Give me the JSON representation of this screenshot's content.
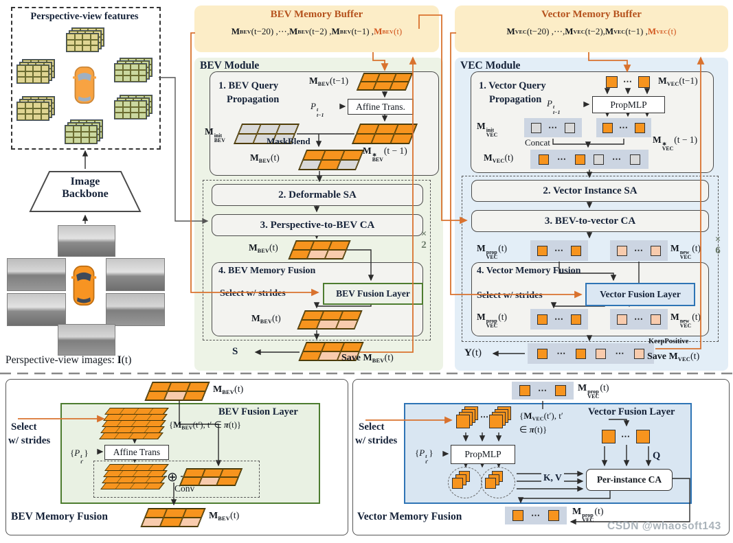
{
  "colors": {
    "accent_orange": "#d9722e",
    "buffer_bg": "#fcedc7",
    "buffer_title": "#b5521d",
    "bev_module_bg": "#edf3e6",
    "vec_module_bg": "#e3eef7",
    "bev_border_green": "#4d7c2f",
    "vec_border_blue": "#2e74b5",
    "cell_orange": "#f7941e",
    "cell_pink": "#f8cbad",
    "cell_gray": "#d9d9d9",
    "row_bg": "#ccd5e2"
  },
  "glyphs": {
    "ellipsis": "⋯",
    "oplus": "⊕"
  },
  "left_panel": {
    "features_title": "Perspective-view features",
    "backbone_l1": "Image",
    "backbone_l2": "Backbone",
    "caption": [
      {
        "t": "Perspective-view images: "
      },
      {
        "t": "I",
        "s": "b"
      },
      {
        "t": "(t)"
      }
    ]
  },
  "buffers": {
    "bev": {
      "title": "BEV Memory Buffer",
      "row": [
        {
          "t": "M",
          "s": "b"
        },
        {
          "t": "BEV",
          "s": "sub"
        },
        {
          "t": "(t−20) , "
        },
        {
          "t": "⋯"
        },
        {
          "t": " , "
        },
        {
          "t": "M",
          "s": "b"
        },
        {
          "t": "BEV",
          "s": "sub"
        },
        {
          "t": "(t−2) , "
        },
        {
          "t": "M",
          "s": "b"
        },
        {
          "t": "BEV",
          "s": "sub"
        },
        {
          "t": "(t−1) , "
        },
        {
          "t": "M",
          "s": "b",
          "c": 1
        },
        {
          "t": "BEV",
          "s": "sub",
          "c": 1
        },
        {
          "t": "(t)",
          "c": 1
        }
      ]
    },
    "vec": {
      "title": "Vector Memory Buffer",
      "row": [
        {
          "t": "M",
          "s": "b"
        },
        {
          "t": "VEC",
          "s": "sub"
        },
        {
          "t": "(t−20) ,  "
        },
        {
          "t": "⋯"
        },
        {
          "t": "  , "
        },
        {
          "t": "M",
          "s": "b"
        },
        {
          "t": "VEC",
          "s": "sub"
        },
        {
          "t": "(t−2), "
        },
        {
          "t": "M",
          "s": "b"
        },
        {
          "t": "VEC",
          "s": "sub"
        },
        {
          "t": "(t−1) , "
        },
        {
          "t": "M",
          "s": "b",
          "c": 1
        },
        {
          "t": "VEC",
          "s": "sub",
          "c": 1
        },
        {
          "t": "(t)",
          "c": 1
        }
      ]
    }
  },
  "bev_module": {
    "title": "BEV Module",
    "step1_l1": "1. BEV Query",
    "step1_l2": "Propagation",
    "m_prev": [
      {
        "t": "M",
        "s": "b"
      },
      {
        "t": "BEV",
        "s": "sub"
      },
      {
        "t": "(t−1)"
      }
    ],
    "p": [
      {
        "t": "P",
        "s": "i"
      },
      {
        "st": 1,
        "sup": "t",
        "sub": "t−1",
        "i": 1
      }
    ],
    "affine": "Affine Trans.",
    "m_init": [
      {
        "t": "M",
        "s": "b"
      },
      {
        "st": 1,
        "sup": "init",
        "sub": "BEV"
      }
    ],
    "maskblend": "MaskBlend",
    "m_star": [
      {
        "t": "M",
        "s": "b"
      },
      {
        "st": 1,
        "sup": "∗",
        "sub": "BEV"
      },
      {
        "t": "(t − 1)"
      }
    ],
    "m_t": [
      {
        "t": "M",
        "s": "b"
      },
      {
        "t": "BEV",
        "s": "sub"
      },
      {
        "t": "(t)"
      }
    ],
    "step2": "2. Deformable SA",
    "step3": "3. Perspective-to-BEV CA",
    "step4": "4. BEV Memory Fusion",
    "select": "Select w/ strides",
    "fusion_layer": "BEV Fusion Layer",
    "times": "×",
    "times_n": "2",
    "s_out": "S",
    "save": [
      {
        "t": "Save ",
        "s": "b"
      },
      {
        "t": "M",
        "s": "b"
      },
      {
        "t": "BEV",
        "s": "sub"
      },
      {
        "t": "(t)"
      }
    ]
  },
  "vec_module": {
    "title": "VEC Module",
    "step1_l1": "1. Vector Query",
    "step1_l2": "Propagation",
    "m_prev": [
      {
        "t": "M",
        "s": "b"
      },
      {
        "t": "VEC",
        "s": "sub"
      },
      {
        "t": "(t−1)"
      }
    ],
    "p": [
      {
        "t": "P",
        "s": "i"
      },
      {
        "st": 1,
        "sup": "t",
        "sub": "t−1",
        "i": 1
      }
    ],
    "propmlp": "PropMLP",
    "m_init": [
      {
        "t": "M",
        "s": "b"
      },
      {
        "st": 1,
        "sup": "init",
        "sub": "VEC"
      }
    ],
    "concat": "Concat",
    "m_star": [
      {
        "t": "M",
        "s": "b"
      },
      {
        "st": 1,
        "sup": "∗",
        "sub": "VEC"
      },
      {
        "t": "(t − 1)"
      }
    ],
    "m_t": [
      {
        "t": "M",
        "s": "b"
      },
      {
        "t": "VEC",
        "s": "sub"
      },
      {
        "t": "(t)"
      }
    ],
    "step2": "2. Vector Instance SA",
    "step3": "3. BEV-to-vector CA",
    "m_prop": [
      {
        "t": "M",
        "s": "b"
      },
      {
        "st": 1,
        "sup": "prop",
        "sub": "VEC"
      },
      {
        "t": "(t)"
      }
    ],
    "m_new": [
      {
        "t": "M",
        "s": "b"
      },
      {
        "st": 1,
        "sup": "new",
        "sub": "VEC"
      },
      {
        "t": "(t)"
      }
    ],
    "step4": "4. Vector Memory Fusion",
    "select": "Select w/ strides",
    "fusion_layer": "Vector Fusion Layer",
    "times": "×",
    "times_n": "6",
    "y_out": [
      {
        "t": "Y",
        "s": "b"
      },
      {
        "t": "(t)"
      }
    ],
    "keep": "KeepPositive",
    "save": [
      {
        "t": "Save ",
        "s": "b"
      },
      {
        "t": "M",
        "s": "b"
      },
      {
        "t": "VEC",
        "s": "sub"
      },
      {
        "t": "(t)"
      }
    ]
  },
  "bl_panel": {
    "m_top": [
      {
        "t": "M",
        "s": "b"
      },
      {
        "t": "BEV",
        "s": "sub"
      },
      {
        "t": "(t)"
      }
    ],
    "layer_title": "BEV Fusion Layer",
    "set": [
      {
        "t": "{"
      },
      {
        "t": "M",
        "s": "b"
      },
      {
        "t": "BEV",
        "s": "sub"
      },
      {
        "t": "(t′), t′ ∈ "
      },
      {
        "t": "π",
        "s": "bi"
      },
      {
        "t": "(t)}"
      }
    ],
    "select_l1": "Select",
    "select_l2": "w/ strides",
    "pset": [
      {
        "t": "{"
      },
      {
        "t": "P",
        "s": "i"
      },
      {
        "st": 1,
        "sup": "t",
        "sub": "t′",
        "i": 1
      },
      {
        "t": "}"
      }
    ],
    "affine": "Affine Trans",
    "conv": "Conv",
    "title": "BEV Memory Fusion",
    "m_bot": [
      {
        "t": "M",
        "s": "b"
      },
      {
        "t": "BEV",
        "s": "sub"
      },
      {
        "t": "(t)"
      }
    ]
  },
  "br_panel": {
    "m_top": [
      {
        "t": "M",
        "s": "b"
      },
      {
        "st": 1,
        "sup": "prop",
        "sub": "VEC"
      },
      {
        "t": "(t)"
      }
    ],
    "layer_title": "Vector Fusion Layer",
    "set_l1": [
      {
        "t": "{"
      },
      {
        "t": "M",
        "s": "b"
      },
      {
        "t": "VEC",
        "s": "sub"
      },
      {
        "t": "(t′), t′"
      }
    ],
    "set_l2": [
      {
        "t": "∈ "
      },
      {
        "t": "π",
        "s": "bi"
      },
      {
        "t": "(t)}"
      }
    ],
    "select_l1": "Select",
    "select_l2": "w/ strides",
    "pset": [
      {
        "t": "{"
      },
      {
        "t": "P",
        "s": "i"
      },
      {
        "st": 1,
        "sup": "t",
        "sub": "t′",
        "i": 1
      },
      {
        "t": "}"
      }
    ],
    "propmlp": "PropMLP",
    "kv": "K, V",
    "q": "Q",
    "ca": "Per-instance CA",
    "title": "Vector Memory Fusion",
    "m_bot": [
      {
        "t": "M",
        "s": "b"
      },
      {
        "st": 1,
        "sup": "prop",
        "sub": "VEC"
      },
      {
        "t": "(t)"
      }
    ]
  },
  "watermark": "CSDN @whaosoft143"
}
